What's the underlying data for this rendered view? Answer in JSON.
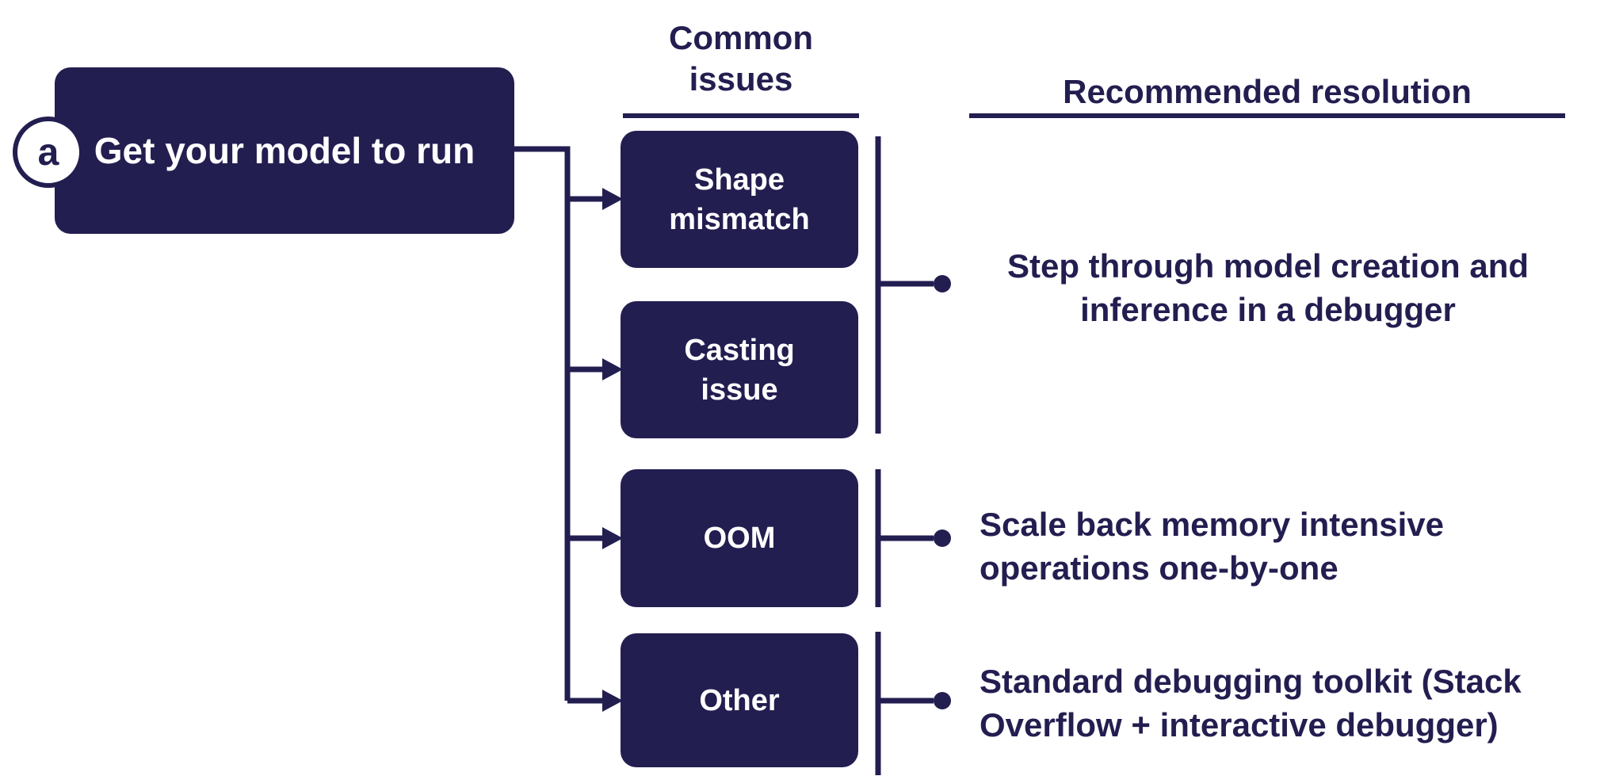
{
  "colors": {
    "navy": "#231e50",
    "background": "#ffffff",
    "box_text": "#ffffff"
  },
  "badge": {
    "label": "a"
  },
  "main_box": {
    "label": "Get your model to run"
  },
  "headers": {
    "issues": "Common\nissues",
    "resolution": "Recommended resolution"
  },
  "issues": [
    {
      "label": "Shape\nmismatch"
    },
    {
      "label": "Casting\nissue"
    },
    {
      "label": "OOM"
    },
    {
      "label": "Other"
    }
  ],
  "resolutions": [
    {
      "text": "Step through model creation and\ninference in a debugger"
    },
    {
      "text": "Scale back memory intensive\noperations one-by-one"
    },
    {
      "text": "Standard debugging toolkit (Stack\nOverflow + interactive debugger)"
    }
  ]
}
